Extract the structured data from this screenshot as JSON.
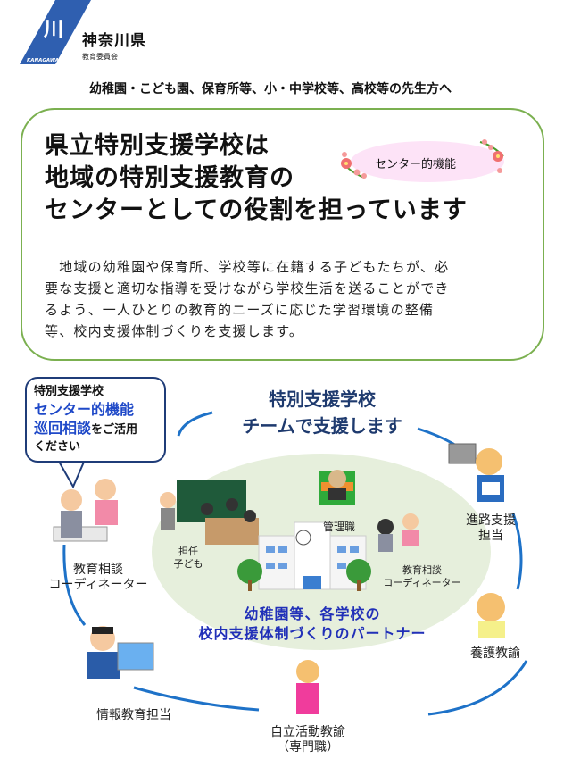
{
  "header": {
    "logo_text": "KANAGAWA",
    "org_name": "神奈川県",
    "org_sub": "教育委員会",
    "audience": "幼稚園・こども園、保育所等、小・中学校等、高校等の先生方へ"
  },
  "main": {
    "headline_lines": [
      "県立特別支援学校は",
      "地域の特別支援教育の",
      "センターとしての役割を担っています"
    ],
    "badge_label": "センター的機能",
    "body_lines": [
      "　地域の幼稚園や保育所、学校等に在籍する子どもたちが、必",
      "要な支援と適切な指導を受けながら学校生活を送ることができ",
      "るよう、一人ひとりの教育的ニーズに応じた学習環境の整備",
      "等、校内支援体制づくりを支援します。"
    ]
  },
  "diagram": {
    "bubble": {
      "line1": "特別支援学校",
      "line2": "センター的機能",
      "line3_highlight": "巡回相談",
      "line3_rest": "をご活用",
      "line4": "ください"
    },
    "team_title_line1": "特別支援学校",
    "team_title_line2": "チームで支援します",
    "outer_roles": {
      "counsel_coord_1": "教育相談",
      "counsel_coord_2": "コーディネーター",
      "career_1": "進路支援",
      "career_2": "担当",
      "nurse": "養護教諭",
      "ict": "情報教育担当",
      "jiritsu_1": "自立活動教諭",
      "jiritsu_2": "（専門職）"
    },
    "inner_roles": {
      "homeroom_1": "担任",
      "homeroom_2": "子ども",
      "admin": "管理職",
      "coord_1": "教育相談",
      "coord_2": "コーディネーター"
    },
    "partner_line1": "幼稚園等、各学校の",
    "partner_line2": "校内支援体制づくりのパートナー"
  },
  "colors": {
    "logo_blue": "#2f5fb0",
    "box_border": "#7bb050",
    "badge_fill": "#fde3f7",
    "circle_line": "#1e72c8",
    "partner_text": "#2130b8",
    "bubble_accent": "#1f49c8",
    "ellipse_fill": "#e6efdc"
  }
}
